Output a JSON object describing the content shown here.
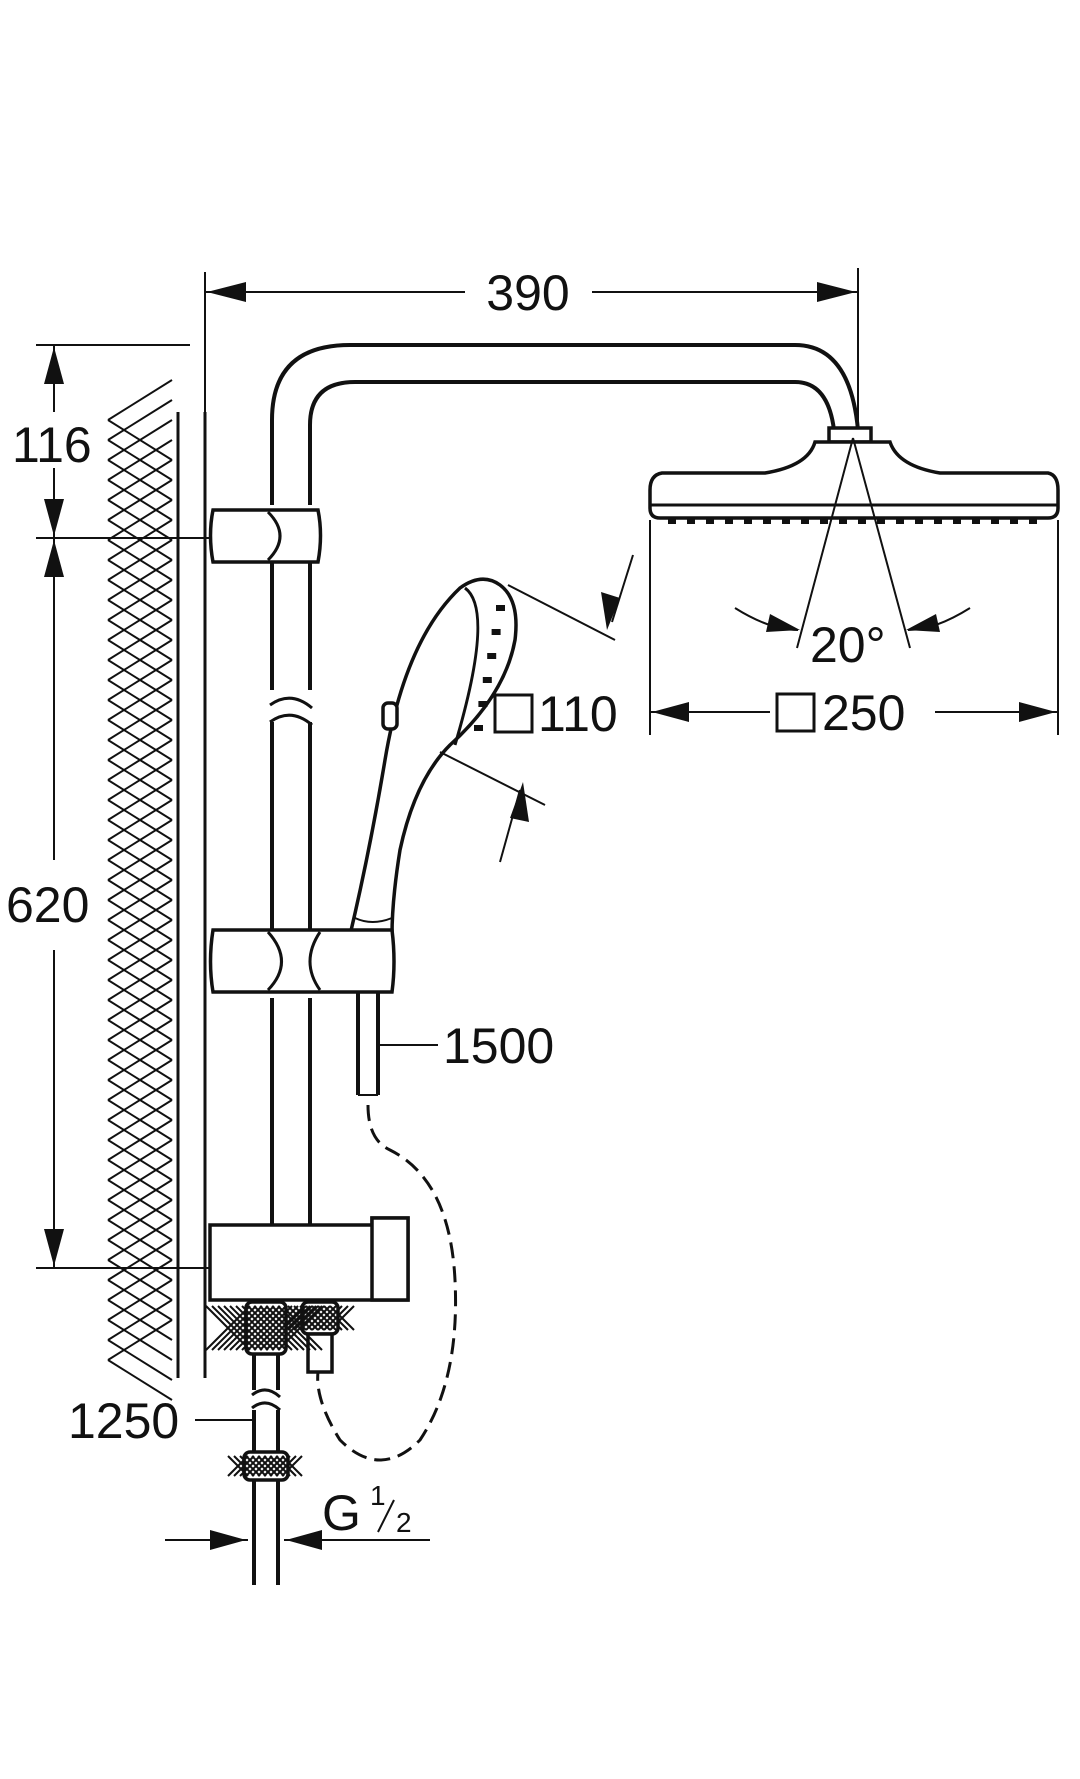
{
  "dimensions": {
    "width_total": "390",
    "top_offset": "116",
    "rail_height": "620",
    "hose_length": "1500",
    "inlet_spacing": "1250",
    "hand_shower_size": "110",
    "head_shower_size": "250",
    "tilt_angle": "20°",
    "thread_main": "G",
    "thread_num": "1",
    "thread_den": "2"
  }
}
